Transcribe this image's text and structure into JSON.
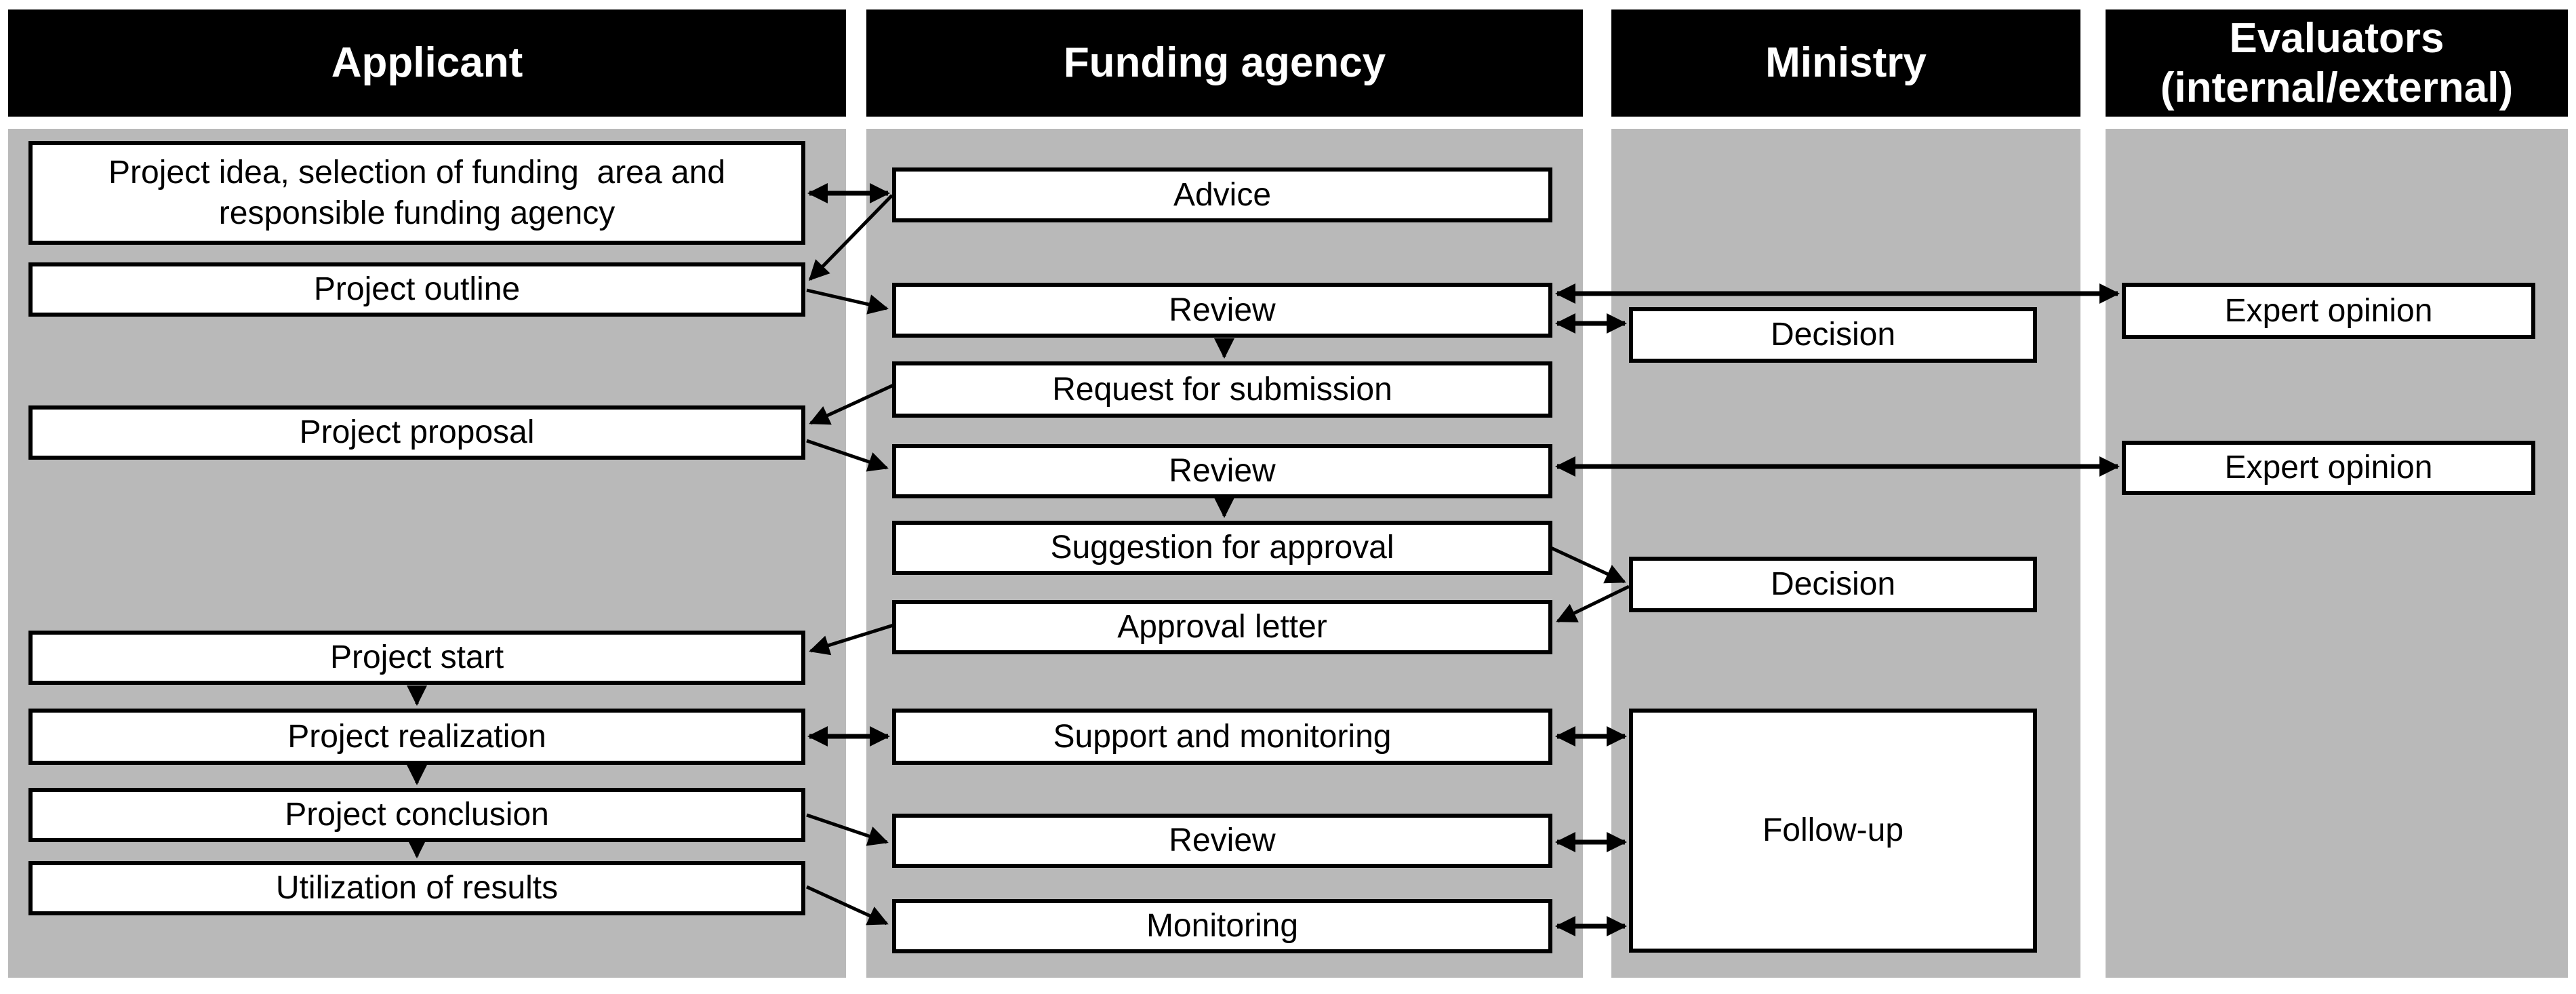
{
  "columns": [
    {
      "header": "Applicant"
    },
    {
      "header": "Funding agency"
    },
    {
      "header": "Ministry"
    },
    {
      "header": "Evaluators\n(internal/external)"
    }
  ],
  "boxes": {
    "applicant": [
      "Project idea, selection of funding  area and\nresponsible funding agency",
      "Project outline",
      "Project proposal",
      "Project start",
      "Project realization",
      "Project conclusion",
      "Utilization of results"
    ],
    "funding_agency": [
      "Advice",
      "Review",
      "Request for submission",
      "Review",
      "Suggestion for approval",
      "Approval letter",
      "Support and monitoring",
      "Review",
      "Monitoring"
    ],
    "ministry": [
      "Decision",
      "Decision",
      "Follow-up"
    ],
    "evaluators": [
      "Expert opinion",
      "Expert opinion"
    ]
  },
  "edges": [
    {
      "from": "Project idea, selection of funding area and responsible funding agency",
      "to": "Advice",
      "type": "bidirectional"
    },
    {
      "from": "Advice",
      "to": "Project outline",
      "type": "one-way"
    },
    {
      "from": "Project outline",
      "to": "Review (1st)",
      "type": "one-way"
    },
    {
      "from": "Review (1st)",
      "to": "Expert opinion (1st)",
      "type": "bidirectional"
    },
    {
      "from": "Review (1st)",
      "to": "Decision (1st)",
      "type": "bidirectional"
    },
    {
      "from": "Review (1st)",
      "to": "Request for submission",
      "type": "one-way"
    },
    {
      "from": "Request for submission",
      "to": "Project proposal",
      "type": "one-way"
    },
    {
      "from": "Project proposal",
      "to": "Review (2nd)",
      "type": "one-way"
    },
    {
      "from": "Review (2nd)",
      "to": "Expert opinion (2nd)",
      "type": "bidirectional"
    },
    {
      "from": "Review (2nd)",
      "to": "Suggestion for approval",
      "type": "one-way"
    },
    {
      "from": "Suggestion for approval",
      "to": "Decision (2nd)",
      "type": "one-way"
    },
    {
      "from": "Decision (2nd)",
      "to": "Approval letter",
      "type": "one-way"
    },
    {
      "from": "Approval letter",
      "to": "Project start",
      "type": "one-way"
    },
    {
      "from": "Project start",
      "to": "Project realization",
      "type": "one-way"
    },
    {
      "from": "Project realization",
      "to": "Support and monitoring",
      "type": "bidirectional"
    },
    {
      "from": "Support and monitoring",
      "to": "Follow-up",
      "type": "bidirectional"
    },
    {
      "from": "Project realization",
      "to": "Project conclusion",
      "type": "one-way"
    },
    {
      "from": "Project conclusion",
      "to": "Review (3rd)",
      "type": "one-way"
    },
    {
      "from": "Review (3rd)",
      "to": "Follow-up",
      "type": "bidirectional"
    },
    {
      "from": "Project conclusion",
      "to": "Utilization of results",
      "type": "one-way"
    },
    {
      "from": "Utilization of results",
      "to": "Monitoring",
      "type": "one-way"
    },
    {
      "from": "Monitoring",
      "to": "Follow-up",
      "type": "bidirectional"
    }
  ],
  "colors": {
    "header_bg": "#000000",
    "header_text": "#ffffff",
    "column_bg": "#b9b9b9",
    "box_bg": "#ffffff",
    "box_border": "#000000",
    "arrow": "#000000"
  }
}
